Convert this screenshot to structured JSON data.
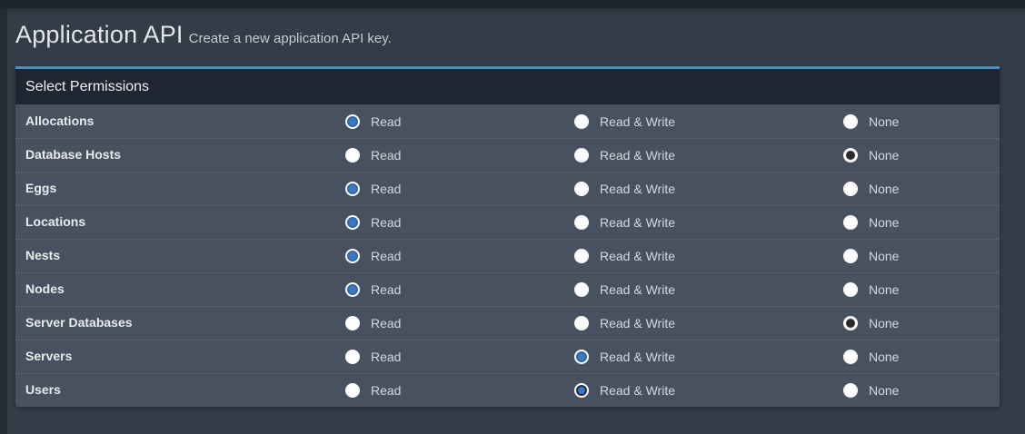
{
  "page": {
    "title": "Application API",
    "subtitle": "Create a new application API key."
  },
  "panel": {
    "header": "Select Permissions",
    "options": [
      "Read",
      "Read & Write",
      "None"
    ],
    "option_keys": [
      "read",
      "rw",
      "none"
    ],
    "rows": [
      {
        "label": "Allocations",
        "selected": "read"
      },
      {
        "label": "Database Hosts",
        "selected": "none"
      },
      {
        "label": "Eggs",
        "selected": "read"
      },
      {
        "label": "Locations",
        "selected": "read"
      },
      {
        "label": "Nests",
        "selected": "read"
      },
      {
        "label": "Nodes",
        "selected": "read"
      },
      {
        "label": "Server Databases",
        "selected": "none"
      },
      {
        "label": "Servers",
        "selected": "rw"
      },
      {
        "label": "Users",
        "selected": "rw",
        "focused": true
      }
    ]
  },
  "colors": {
    "accent_border": "#4a90c2",
    "radio_checked_blue": "#3d7ac0",
    "radio_checked_dark": "#2b2b2b",
    "panel_header_bg": "#1f2531",
    "row_bg": "#48515f",
    "page_bg": "#333c47",
    "navbar_bg": "#1e242d"
  }
}
